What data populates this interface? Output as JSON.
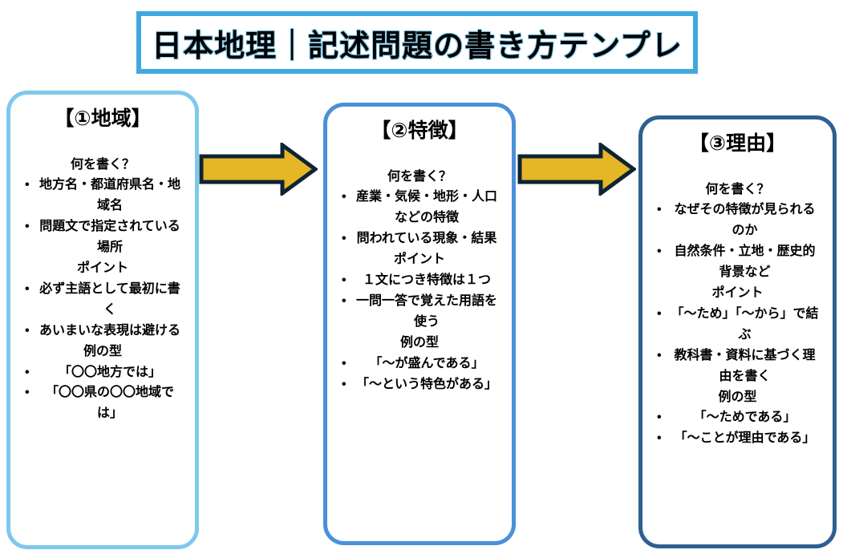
{
  "title": {
    "text": "日本地理｜記述問題の書き方テンプレ",
    "border_color": "#41a8df",
    "glow_color": "#8fd0f0"
  },
  "arrows": [
    {
      "name": "arrow-step1-to-step2",
      "fill": "#e5b625",
      "stroke": "#0d2436"
    },
    {
      "name": "arrow-step2-to-step3",
      "fill": "#e5b625",
      "stroke": "#0d2436"
    }
  ],
  "steps": [
    {
      "header": "【①地域】",
      "border_color": "#7fc8ec",
      "sections": [
        {
          "label": "何を書く？",
          "items": [
            "地方名・都道府県名・地域名",
            "問題文で指定されている場所"
          ]
        },
        {
          "label": "ポイント",
          "items": [
            "必ず主語として最初に書く",
            "あいまいな表現は避ける"
          ]
        },
        {
          "label": "例の型",
          "items": [
            "「〇〇地方では」",
            "「〇〇県の〇〇地域では」"
          ]
        }
      ]
    },
    {
      "header": "【②特徴】",
      "border_color": "#4a90d9",
      "sections": [
        {
          "label": "何を書く？",
          "items": [
            "産業・気候・地形・人口などの特徴",
            "問われている現象・結果"
          ]
        },
        {
          "label": "ポイント",
          "items": [
            "１文につき特徴は１つ",
            "一問一答で覚えた用語を使う"
          ]
        },
        {
          "label": "例の型",
          "items": [
            "「〜が盛んである」",
            "「〜という特色がある」"
          ]
        }
      ]
    },
    {
      "header": "【③理由】",
      "border_color": "#2e5f8f",
      "sections": [
        {
          "label": "何を書く？",
          "items": [
            "なぜその特徴が見られるのか",
            "自然条件・立地・歴史的背景など"
          ]
        },
        {
          "label": "ポイント",
          "items": [
            "「〜ため」「〜から」で結ぶ",
            "教科書・資料に基づく理由を書く"
          ]
        },
        {
          "label": "例の型",
          "items": [
            "「〜ためである」",
            "「〜ことが理由である」"
          ]
        }
      ]
    }
  ]
}
